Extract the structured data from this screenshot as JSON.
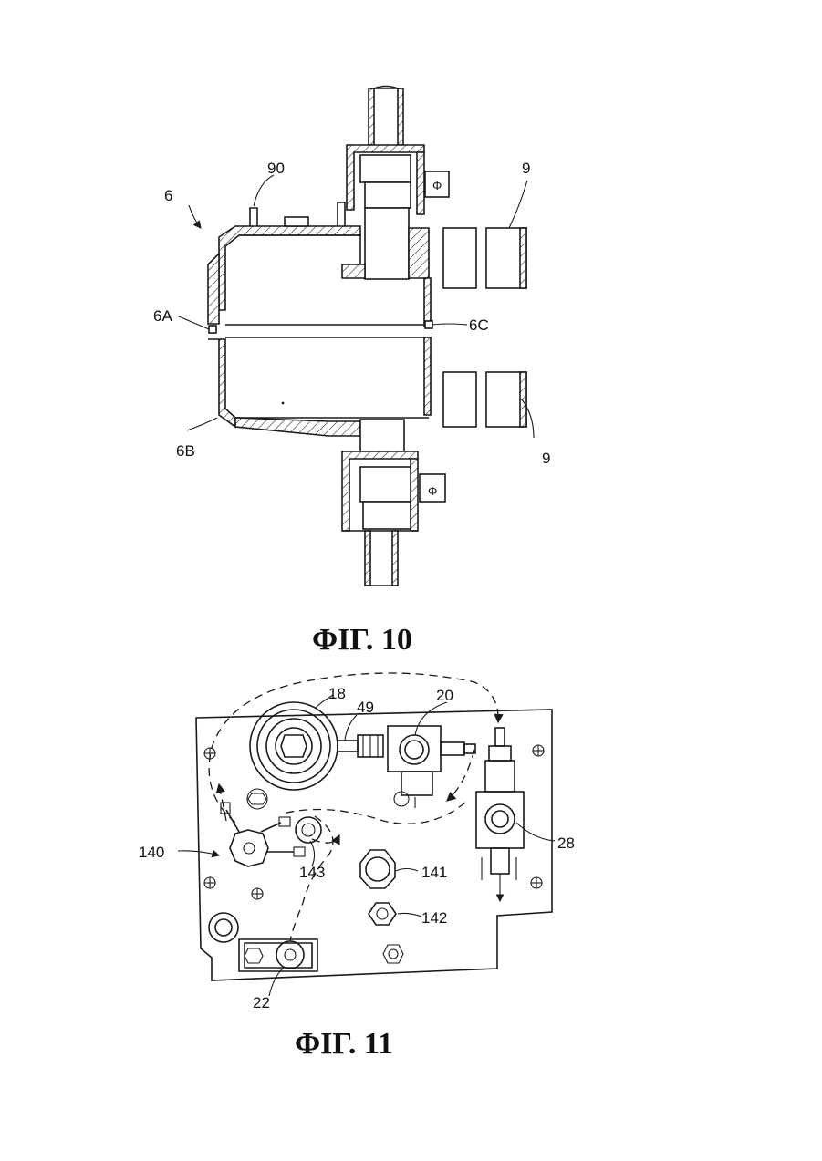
{
  "figures": [
    {
      "caption": "ΦΙΓ. 10",
      "labels": {
        "ref_6": "6",
        "ref_90": "90",
        "ref_9_top": "9",
        "ref_6A": "6A",
        "ref_6C": "6C",
        "ref_6B": "6B",
        "ref_9_bottom": "9"
      }
    },
    {
      "caption": "ΦΙΓ. 11",
      "labels": {
        "ref_18": "18",
        "ref_49": "49",
        "ref_20": "20",
        "ref_28": "28",
        "ref_140": "140",
        "ref_143": "143",
        "ref_141": "141",
        "ref_142": "142",
        "ref_22": "22"
      }
    }
  ]
}
